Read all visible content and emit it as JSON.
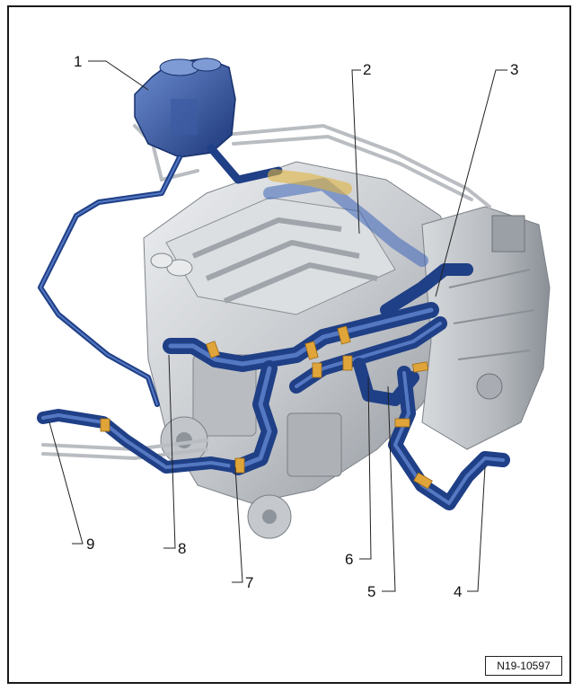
{
  "figure": {
    "reference_code": "N19-10597",
    "callouts": [
      {
        "id": "1",
        "label": "1"
      },
      {
        "id": "2",
        "label": "2"
      },
      {
        "id": "3",
        "label": "3"
      },
      {
        "id": "4",
        "label": "4"
      },
      {
        "id": "5",
        "label": "5"
      },
      {
        "id": "6",
        "label": "6"
      },
      {
        "id": "7",
        "label": "7"
      },
      {
        "id": "8",
        "label": "8"
      },
      {
        "id": "9",
        "label": "9"
      }
    ]
  },
  "colors": {
    "hose": "#1f3f86",
    "hose_highlight": "#5578c2",
    "clamp": "#e0a53a",
    "engine": "#c9ccd0",
    "engine_shadow": "#9ea3a9",
    "engine_light": "#e9ebee",
    "frame": "#1a1a1a"
  }
}
